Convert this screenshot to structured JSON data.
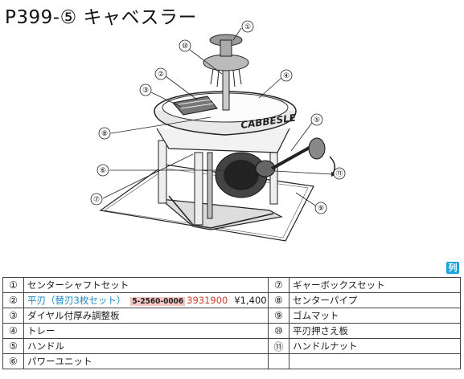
{
  "title": "P399-⑤ キャベスラー",
  "diagram": {
    "brand_text": "CABBESLE",
    "callouts": [
      "①",
      "⑩",
      "②",
      "③",
      "④",
      "⑧",
      "⑤",
      "⑥",
      "⑪",
      "⑦",
      "⑨"
    ]
  },
  "side_tab": "列",
  "parts": {
    "rows": [
      {
        "left_num": "①",
        "left_name": "センターシャフトセット",
        "right_num": "⑦",
        "right_name": "ギャーボックスセット"
      },
      {
        "left_num": "②",
        "left_name": "平刃（替刃3枚セット）",
        "left_code": "5-2560-0006",
        "left_partno": "3931900",
        "left_price": "¥1,400",
        "right_num": "⑧",
        "right_name": "センターパイプ"
      },
      {
        "left_num": "③",
        "left_name": "ダイヤル付厚み調整板",
        "right_num": "⑨",
        "right_name": "ゴムマット"
      },
      {
        "left_num": "④",
        "left_name": "トレー",
        "right_num": "⑩",
        "right_name": "平刃押さえ板"
      },
      {
        "left_num": "⑤",
        "left_name": "ハンドル",
        "right_num": "⑪",
        "right_name": "ハンドルナット"
      },
      {
        "left_num": "⑥",
        "left_name": "パワーユニット",
        "right_num": "",
        "right_name": ""
      }
    ]
  }
}
